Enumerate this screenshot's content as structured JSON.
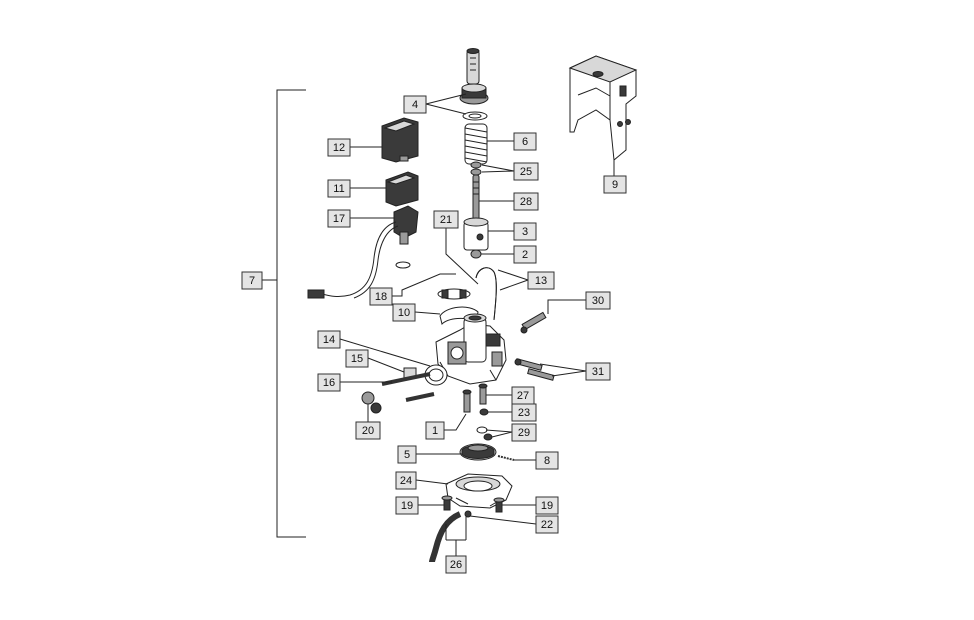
{
  "labels": [
    {
      "id": "lbl-4",
      "text": "4"
    },
    {
      "id": "lbl-6",
      "text": "6"
    },
    {
      "id": "lbl-25",
      "text": "25"
    },
    {
      "id": "lbl-28",
      "text": "28"
    },
    {
      "id": "lbl-3",
      "text": "3"
    },
    {
      "id": "lbl-2",
      "text": "2"
    },
    {
      "id": "lbl-21",
      "text": "21"
    },
    {
      "id": "lbl-13",
      "text": "13"
    },
    {
      "id": "lbl-12",
      "text": "12"
    },
    {
      "id": "lbl-11",
      "text": "11"
    },
    {
      "id": "lbl-17",
      "text": "17"
    },
    {
      "id": "lbl-7",
      "text": "7"
    },
    {
      "id": "lbl-9",
      "text": "9"
    },
    {
      "id": "lbl-18",
      "text": "18"
    },
    {
      "id": "lbl-10",
      "text": "10"
    },
    {
      "id": "lbl-30",
      "text": "30"
    },
    {
      "id": "lbl-14",
      "text": "14"
    },
    {
      "id": "lbl-15",
      "text": "15"
    },
    {
      "id": "lbl-31",
      "text": "31"
    },
    {
      "id": "lbl-16",
      "text": "16"
    },
    {
      "id": "lbl-27",
      "text": "27"
    },
    {
      "id": "lbl-23",
      "text": "23"
    },
    {
      "id": "lbl-20",
      "text": "20"
    },
    {
      "id": "lbl-1",
      "text": "1"
    },
    {
      "id": "lbl-29",
      "text": "29"
    },
    {
      "id": "lbl-5",
      "text": "5"
    },
    {
      "id": "lbl-8",
      "text": "8"
    },
    {
      "id": "lbl-24",
      "text": "24"
    },
    {
      "id": "lbl-19a",
      "text": "19"
    },
    {
      "id": "lbl-19b",
      "text": "19"
    },
    {
      "id": "lbl-22",
      "text": "22"
    },
    {
      "id": "lbl-26",
      "text": "26"
    }
  ]
}
